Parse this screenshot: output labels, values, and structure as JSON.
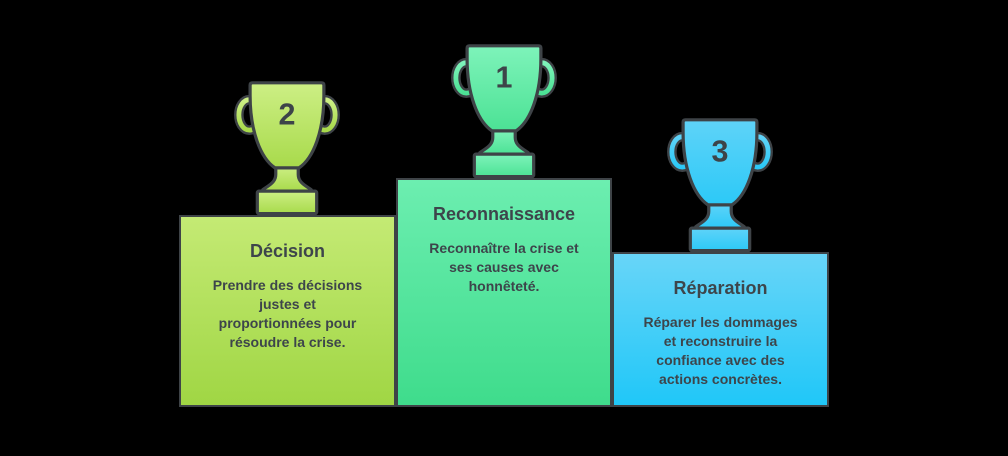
{
  "background_color": "#000000",
  "outline_color": "#3e4347",
  "text_color": "#3d454b",
  "podium": {
    "items": [
      {
        "rank": "2",
        "title": "Décision",
        "description": "Prendre des décisions\njustes et\nproportionnées pour\nrésoudre la crise.",
        "block_color_top": "#c4ea74",
        "block_color_bottom": "#a0d644",
        "trophy_color_top": "#cdef85",
        "trophy_color_bottom": "#a8da4b"
      },
      {
        "rank": "1",
        "title": "Reconnaissance",
        "description": "Reconnaître la crise et\nses causes avec\nhonnêteté.",
        "block_color_top": "#6ceeb0",
        "block_color_bottom": "#3fdc8c",
        "trophy_color_top": "#7ef3ba",
        "trophy_color_bottom": "#4ce295"
      },
      {
        "rank": "3",
        "title": "Réparation",
        "description": "Réparer les dommages\net reconstruire la\nconfiance avec des\nactions concrètes.",
        "block_color_top": "#68d5f8",
        "block_color_bottom": "#20c7f8",
        "trophy_color_top": "#5fd3f8",
        "trophy_color_bottom": "#2cc9f7"
      }
    ]
  }
}
